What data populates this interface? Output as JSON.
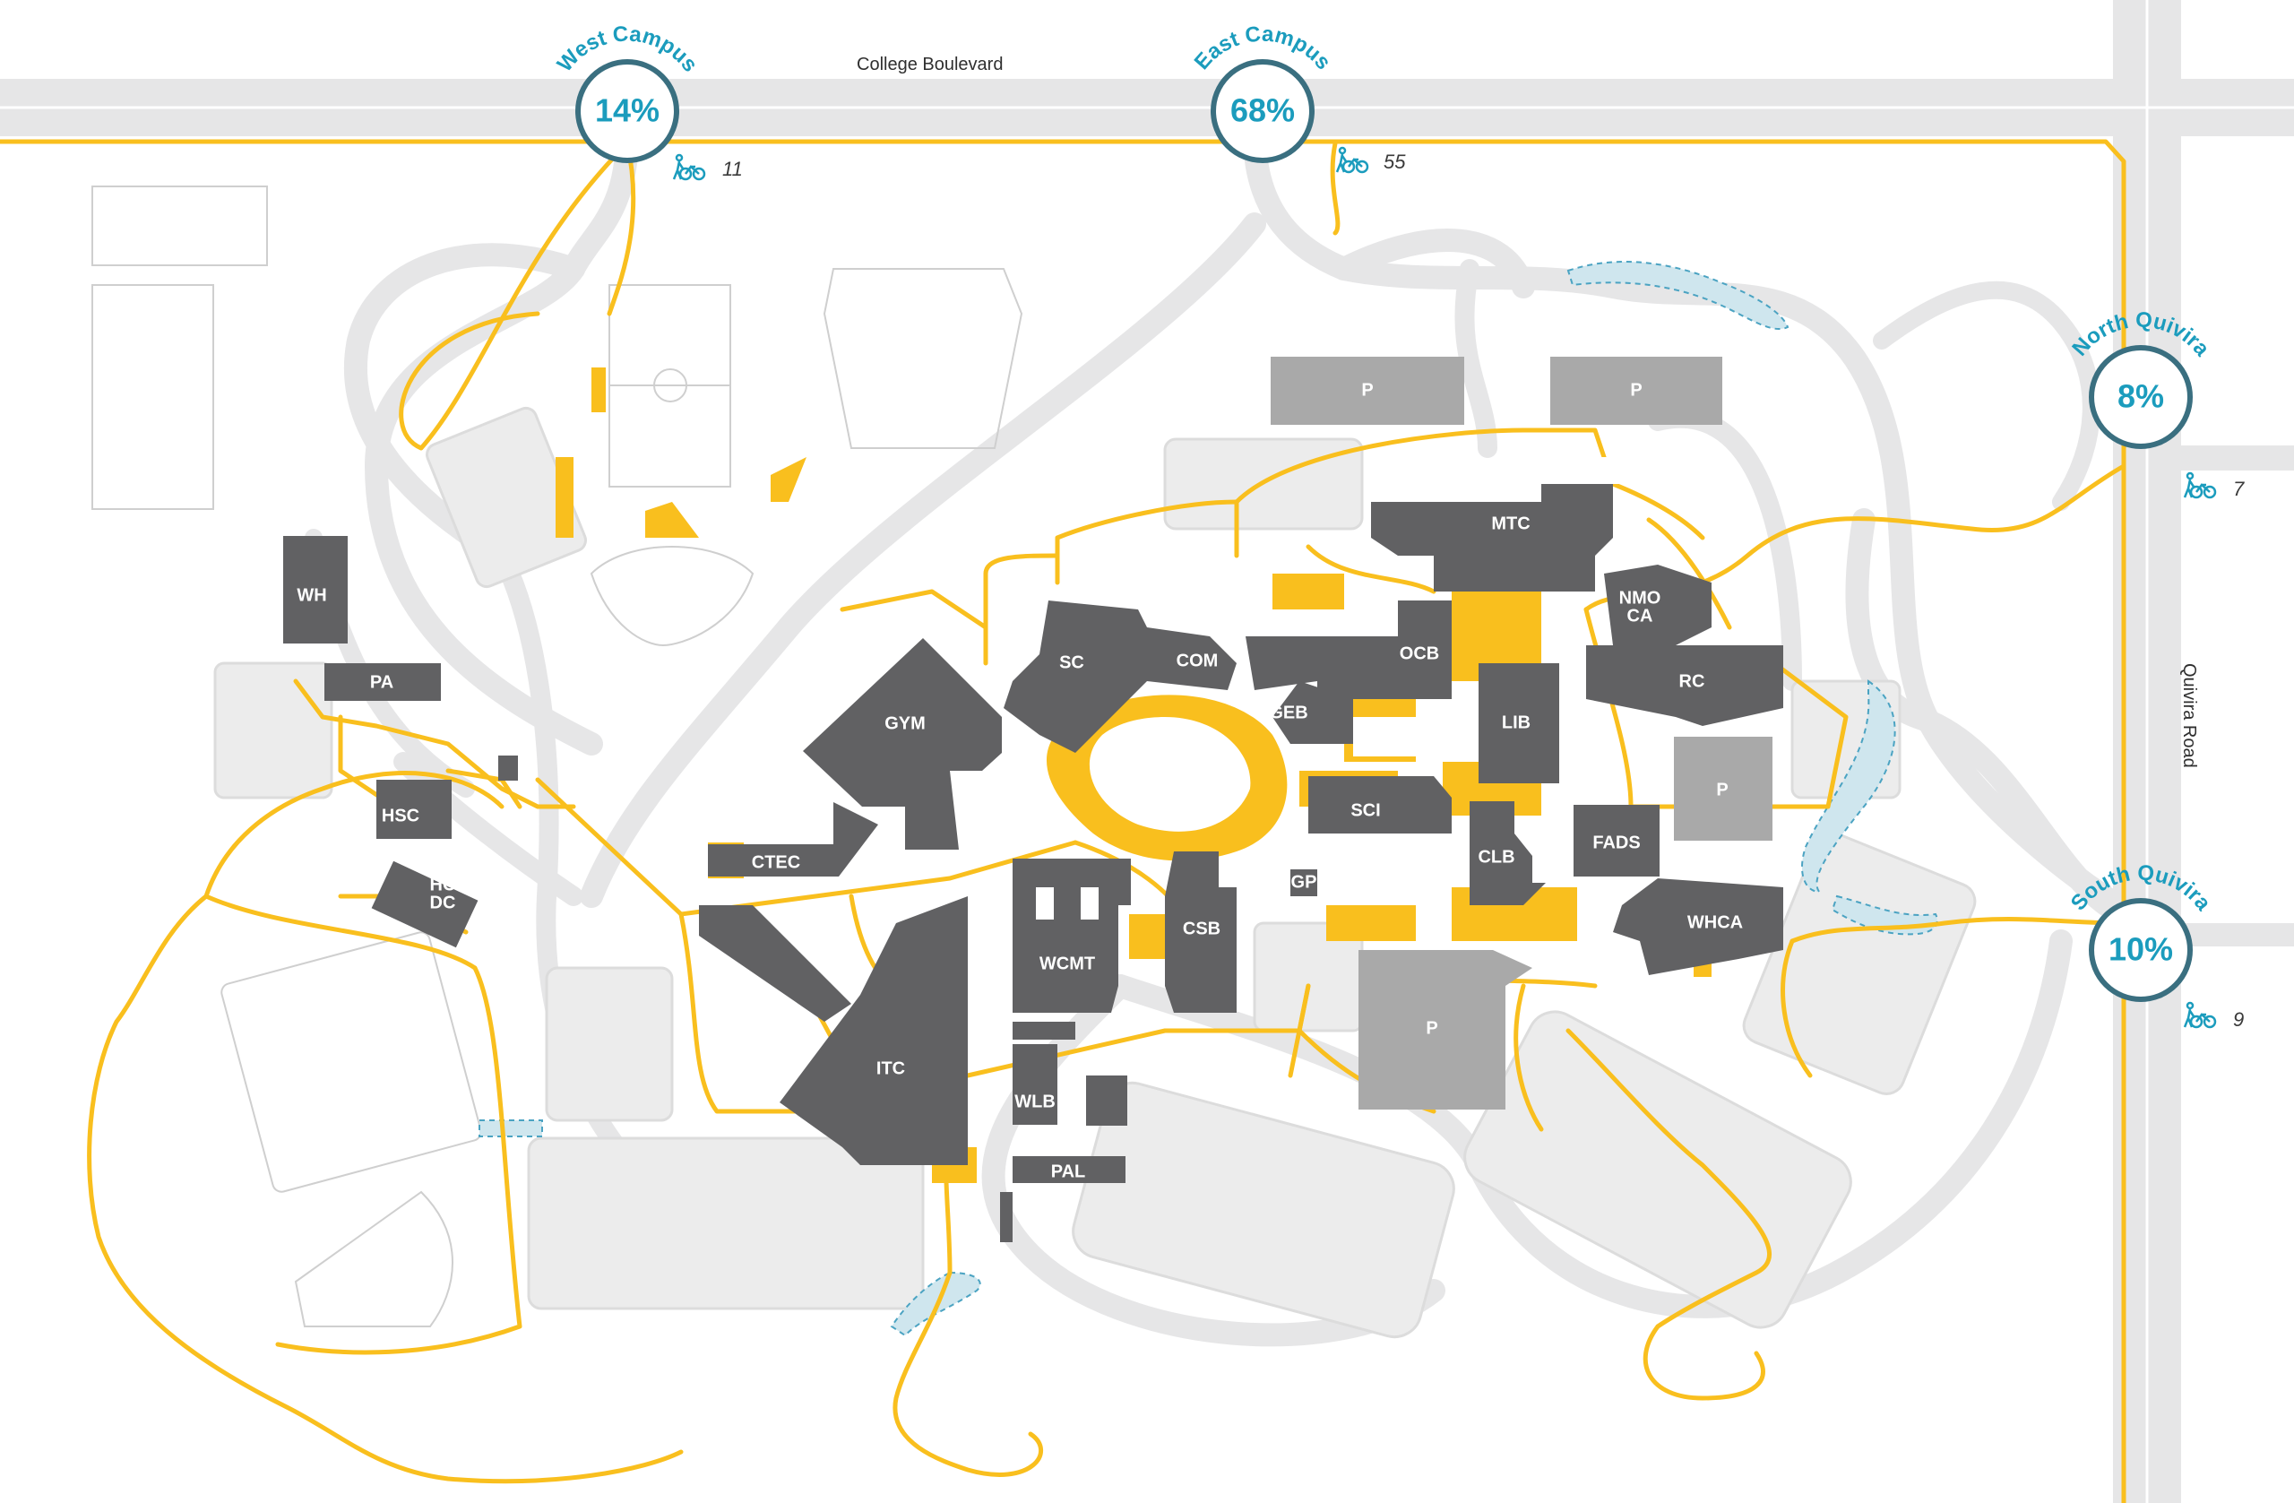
{
  "roads": {
    "college_boulevard": "College Boulevard",
    "quivira_road": "Quivira Road"
  },
  "entrances": [
    {
      "id": "west-campus",
      "name": "West Campus",
      "percent": "14%",
      "bike_count": "11"
    },
    {
      "id": "east-campus",
      "name": "East Campus",
      "percent": "68%",
      "bike_count": "55"
    },
    {
      "id": "north-quivira",
      "name": "North Quivira",
      "percent": "8%",
      "bike_count": "7"
    },
    {
      "id": "south-quivira",
      "name": "South Quivira",
      "percent": "10%",
      "bike_count": "9"
    }
  ],
  "buildings": [
    "WH",
    "PA",
    "HSC",
    "HC",
    "DC",
    "GYM",
    "CTEC",
    "SC",
    "COM",
    "GEB",
    "OCB",
    "MTC",
    "NMO",
    "CA",
    "RC",
    "LIB",
    "SCI",
    "CLB",
    "FADS",
    "WHCA",
    "GP",
    "CSB",
    "WCMT",
    "ITC",
    "WLB",
    "PAL"
  ],
  "parking_label": "P",
  "colors": {
    "building": "#616163",
    "parking": "#a9a9a9",
    "pathway": "#f9bf1e",
    "road": "#e6e6e7",
    "accent": "#1b9cbd",
    "ring": "#3a6f80",
    "water": "#cfe6ee"
  },
  "icons": {
    "bike": "pedestrian-bike-icon"
  }
}
